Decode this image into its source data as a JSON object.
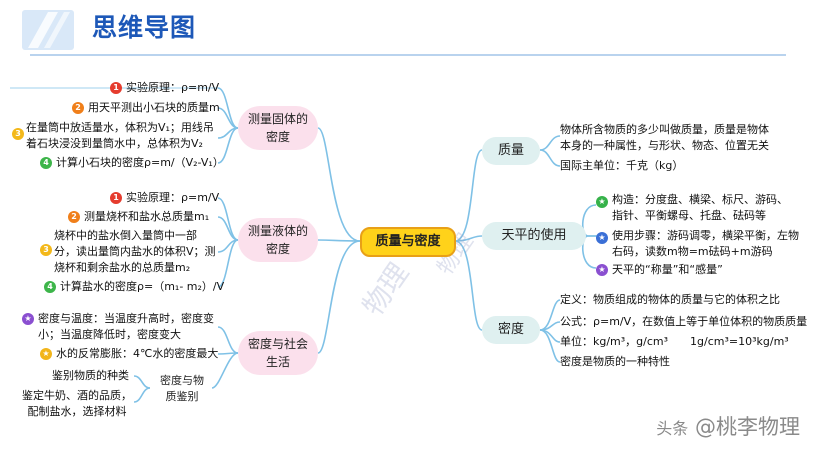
{
  "title": "思维导图",
  "watermark": "物理",
  "credit": {
    "symbol": "头条",
    "name": "@桃李物理"
  },
  "colors": {
    "title": "#1d58b8",
    "branch_line": "#7fc1e6",
    "center_fill": "#ffd21a",
    "left_node_fill": "#fbe0ec",
    "right_node_fill": "#dff0f0"
  },
  "center": "质量与密度",
  "left": [
    {
      "label": "测量固体的密度",
      "items": [
        {
          "marker": "1",
          "text": "实验原理：ρ=m/V"
        },
        {
          "marker": "2",
          "text": "用天平测出小石块的质量m"
        },
        {
          "marker": "3",
          "text": "在量筒中放适量水，体积为V₁；用线吊着石块浸没到量筒水中，总体积为V₂"
        },
        {
          "marker": "4",
          "text": "计算小石块的密度ρ=m/（V₂-V₁）"
        }
      ]
    },
    {
      "label": "测量液体的密度",
      "items": [
        {
          "marker": "1",
          "text": "实验原理：ρ=m/V"
        },
        {
          "marker": "2",
          "text": "测量烧杯和盐水总质量m₁"
        },
        {
          "marker": "3",
          "text": "烧杯中的盐水倒入量筒中一部分，读出量筒内盐水的体积V；测烧杯和剩余盐水的总质量m₂"
        },
        {
          "marker": "4",
          "text": "计算盐水的密度ρ=（m₁- m₂）/V"
        }
      ]
    },
    {
      "label": "密度与社会生活",
      "items": [
        {
          "marker": "star",
          "text": "密度与温度：当温度升高时，密度变小；当温度降低时，密度变大"
        },
        {
          "marker": "star",
          "text": "水的反常膨胀：4℃水的密度最大"
        }
      ],
      "sub": {
        "label": "密度与物质鉴别",
        "items": [
          "鉴别物质的种类",
          "鉴定牛奶、酒的品质，配制盐水，选择材料"
        ]
      }
    }
  ],
  "right": [
    {
      "label": "质量",
      "items": [
        "物体所含物质的多少叫做质量，质量是物体本身的一种属性，与形状、物态、位置无关",
        "国际主单位：千克（kg）"
      ]
    },
    {
      "label": "天平的使用",
      "items": [
        {
          "marker": "star",
          "text": "构造：分度盘、横梁、标尺、游码、指针、平衡螺母、托盘、砝码等"
        },
        {
          "marker": "star",
          "text": "使用步骤：游码调零，横梁平衡，左物右码，读数m物=m砝码+m游码"
        },
        {
          "marker": "star",
          "text": "天平的“称量”和“感量”"
        }
      ]
    },
    {
      "label": "密度",
      "items": [
        "定义：物质组成的物体的质量与它的体积之比",
        "公式：ρ=m/V，在数值上等于单位体积的物质质量",
        "单位：kg/m³，g/cm³　　1g/cm³=10³kg/m³",
        "密度是物质的一种特性"
      ]
    }
  ]
}
